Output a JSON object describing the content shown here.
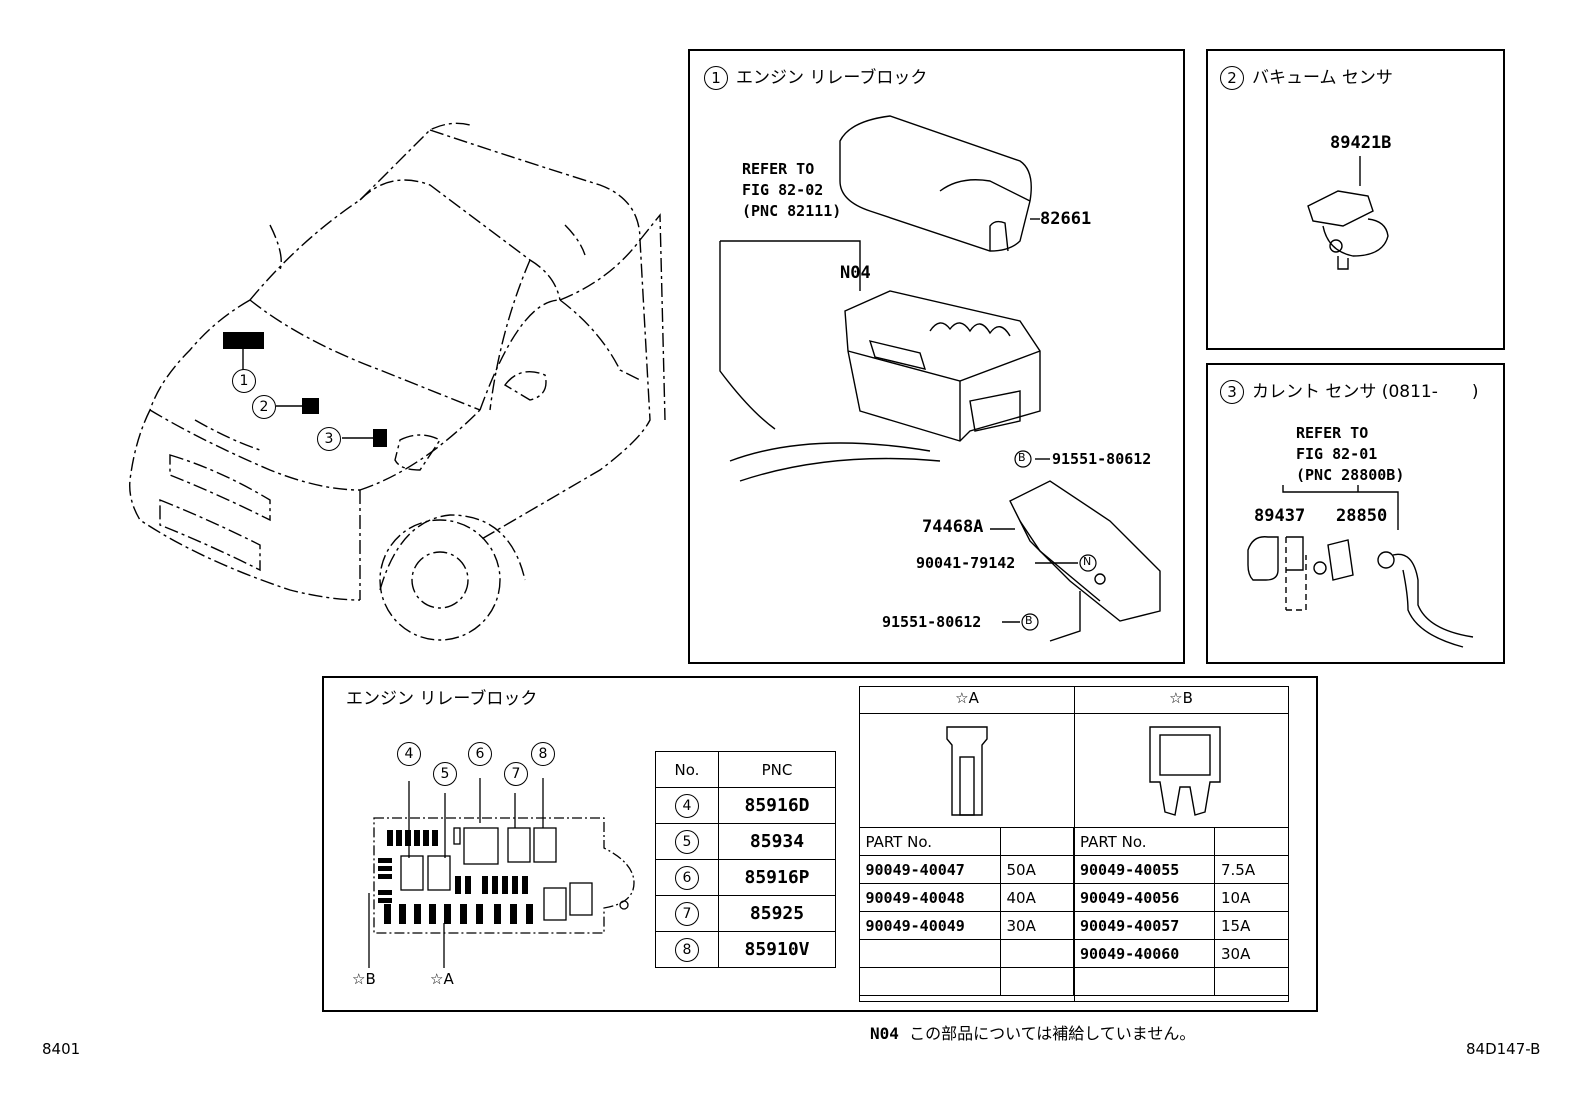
{
  "panels": {
    "relay_block": {
      "num": "1",
      "title": "エンジン リレーブロック"
    },
    "vacuum_sensor": {
      "num": "2",
      "title": "バキューム センサ"
    },
    "current_sensor": {
      "num": "3",
      "title": "カレント センサ (0811-　　)"
    }
  },
  "relay_block_labels": {
    "refer": [
      "REFER TO",
      "FIG 82-02",
      "(PNC 82111)"
    ],
    "cover": "82661",
    "block": "N04",
    "bolt_top": "91551-80612",
    "bracket": "74468A",
    "nut": "90041-79142",
    "bolt_bottom": "91551-80612",
    "marker_b": "B",
    "marker_n": "N"
  },
  "vacuum_labels": {
    "part": "89421B"
  },
  "current_labels": {
    "refer": [
      "REFER TO",
      "FIG 82-01",
      "(PNC 28800B)"
    ],
    "part1": "89437",
    "part2": "28850"
  },
  "car_callouts": [
    "1",
    "2",
    "3"
  ],
  "bottom": {
    "title": "エンジン リレーブロック",
    "circles": [
      "4",
      "5",
      "6",
      "7",
      "8"
    ],
    "star_b": "☆B",
    "star_a": "☆A",
    "pnc_table": {
      "headers": [
        "No.",
        "PNC"
      ],
      "rows": [
        {
          "no": "4",
          "pnc": "85916D"
        },
        {
          "no": "5",
          "pnc": "85934"
        },
        {
          "no": "6",
          "pnc": "85916P"
        },
        {
          "no": "7",
          "pnc": "85925"
        },
        {
          "no": "8",
          "pnc": "85910V"
        }
      ]
    },
    "fuse_table": {
      "col_a": "☆A",
      "col_b": "☆B",
      "part_header": "PART No.",
      "rows_a": [
        {
          "part": "90049-40047",
          "amp": "50A"
        },
        {
          "part": "90049-40048",
          "amp": "40A"
        },
        {
          "part": "90049-40049",
          "amp": "30A"
        }
      ],
      "rows_b": [
        {
          "part": "90049-40055",
          "amp": "7.5A"
        },
        {
          "part": "90049-40056",
          "amp": "10A"
        },
        {
          "part": "90049-40057",
          "amp": "15A"
        },
        {
          "part": "90049-40060",
          "amp": "30A"
        }
      ]
    }
  },
  "footnote": {
    "code": "N04",
    "text": "この部品については補給していません。"
  },
  "footer": {
    "left": "8401",
    "right": "84D147-B"
  }
}
